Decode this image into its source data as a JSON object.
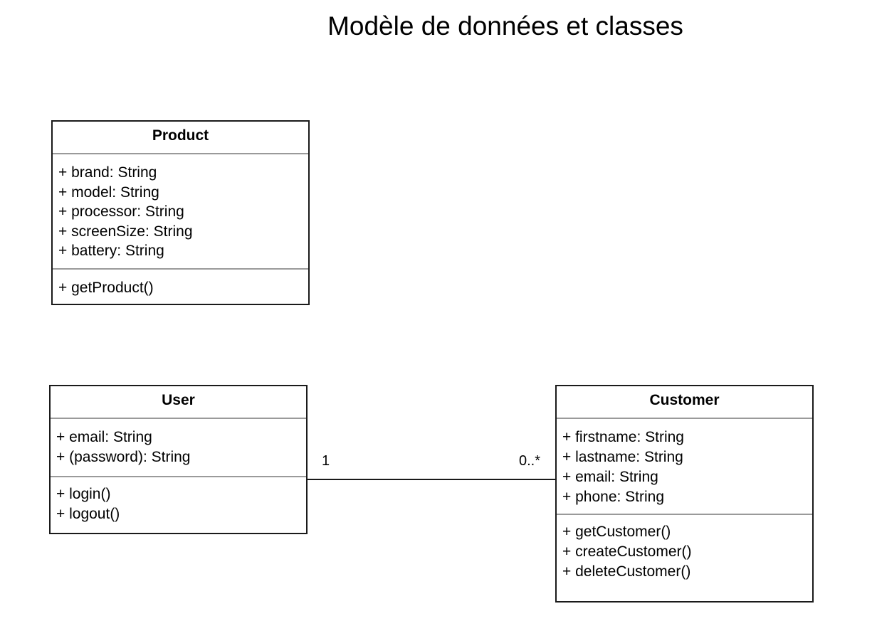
{
  "diagram": {
    "title": "Modèle de données et classes"
  },
  "classes": {
    "product": {
      "name": "Product",
      "attributes": [
        "+ brand: String",
        "+ model: String",
        "+ processor: String",
        "+ screenSize: String",
        "+ battery: String"
      ],
      "operations": [
        "+ getProduct()"
      ]
    },
    "user": {
      "name": "User",
      "attributes": [
        "+ email: String",
        "+ (password): String"
      ],
      "operations": [
        "+ login()",
        "+ logout()"
      ]
    },
    "customer": {
      "name": "Customer",
      "attributes": [
        "+ firstname: String",
        "+ lastname: String",
        "+ email: String",
        "+ phone: String"
      ],
      "operations": [
        "+ getCustomer()",
        "+ createCustomer()",
        "+ deleteCustomer()"
      ]
    }
  },
  "associations": [
    {
      "from": "User",
      "to": "Customer",
      "from_multiplicity": "1",
      "to_multiplicity": "0..*"
    }
  ]
}
